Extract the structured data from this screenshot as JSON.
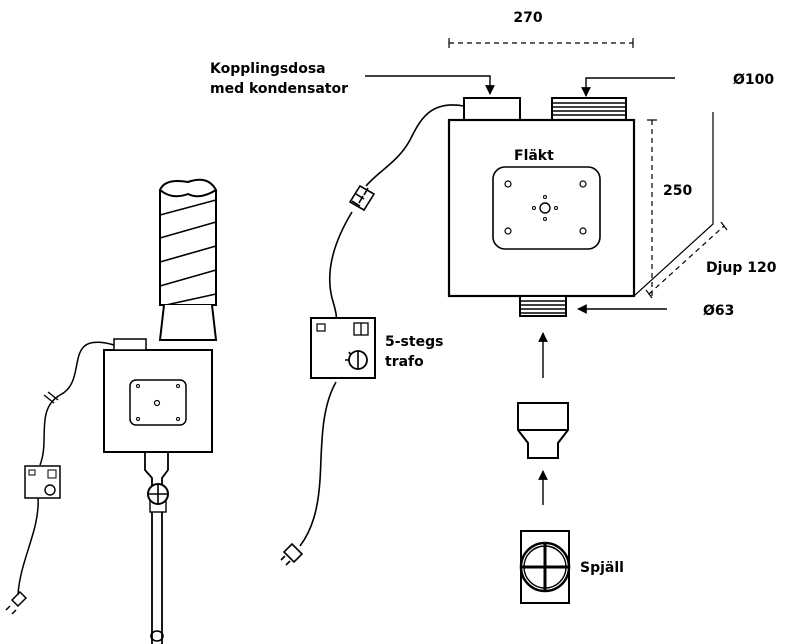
{
  "labels": {
    "width": "270",
    "junction_box_line1": "Kopplingsdosa",
    "junction_box_line2": "med kondensator",
    "outlet_diameter": "Ø100",
    "fan": "Fläkt",
    "height": "250",
    "depth": "Djup 120",
    "inlet_diameter": "Ø63",
    "transformer_line1": "5-stegs",
    "transformer_line2": "trafo",
    "damper": "Spjäll"
  }
}
